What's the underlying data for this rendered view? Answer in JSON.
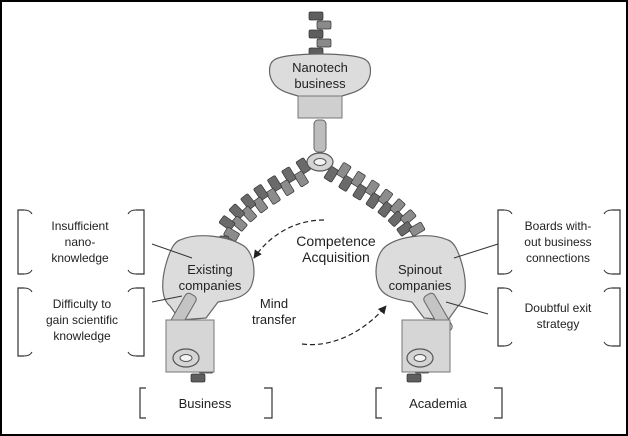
{
  "diagram": {
    "top_slider": {
      "label_line1": "Nanotech",
      "label_line2": "business"
    },
    "arrows": {
      "upper": {
        "label_line1": "Competence",
        "label_line2": "Acquisition"
      },
      "lower": {
        "label_line1": "Mind",
        "label_line2": "transfer"
      }
    },
    "left_slider": {
      "label_line1": "Existing",
      "label_line2": "companies"
    },
    "right_slider": {
      "label_line1": "Spinout",
      "label_line2": "companies"
    },
    "left_boxes": [
      {
        "lines": [
          "Insufficient",
          "nano-",
          "knowledge"
        ]
      },
      {
        "lines": [
          "Difficulty to",
          "gain scientific",
          "knowledge"
        ]
      }
    ],
    "right_boxes": [
      {
        "lines": [
          "Boards with-",
          "out business",
          "connections"
        ]
      },
      {
        "lines": [
          "Doubtful exit",
          "strategy"
        ]
      }
    ],
    "bottom_boxes": {
      "left": "Business",
      "right": "Academia"
    }
  }
}
